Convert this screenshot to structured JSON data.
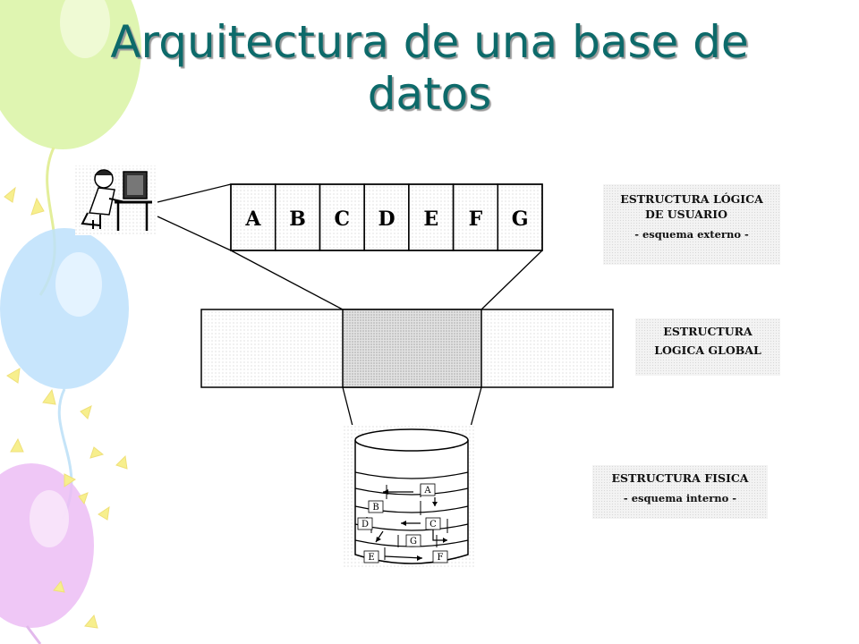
{
  "slide": {
    "title_line1": "Arquitectura de una base de",
    "title_line2": "datos"
  },
  "diagram": {
    "external_letters": [
      "A",
      "B",
      "C",
      "D",
      "E",
      "F",
      "G"
    ],
    "cylinder_letters": [
      "A",
      "B",
      "D",
      "C",
      "G",
      "E",
      "F"
    ],
    "labels": {
      "user": {
        "line1": "ESTRUCTURA LÓGICA",
        "line2": "DE USUARIO",
        "line3": "- esquema externo -"
      },
      "global": {
        "line1": "ESTRUCTURA",
        "line2": "LOGICA GLOBAL"
      },
      "physical": {
        "line1": "ESTRUCTURA FISICA",
        "line2": "- esquema interno -"
      }
    }
  },
  "colors": {
    "title": "#0d6a6a",
    "balloon_green": "#d6f29a",
    "balloon_blue": "#b9defc",
    "balloon_purple": "#e9b8f2",
    "confetti_yellow": "#f7f08f"
  }
}
